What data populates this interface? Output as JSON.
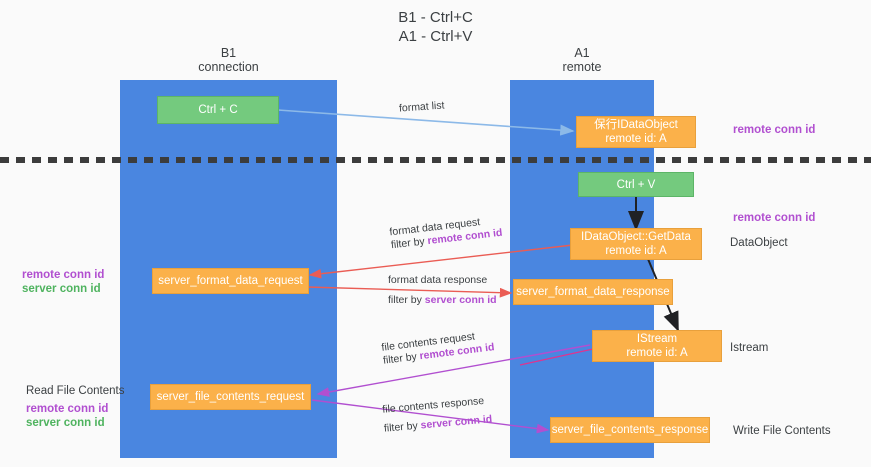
{
  "title": {
    "line1": "B1 - Ctrl+C",
    "line2": "A1 - Ctrl+V"
  },
  "lanes": [
    {
      "id": "b1",
      "header_line1": "B1",
      "header_line2": "connection",
      "color": "#4a86e0"
    },
    {
      "id": "a1",
      "header_line1": "A1",
      "header_line2": "remote",
      "color": "#4a86e0"
    }
  ],
  "colors": {
    "lane": "#4a86e0",
    "green_node": "#74ca7e",
    "orange_node": "#fbb14a",
    "purple_text": "#b14fd0",
    "green_text": "#4fb35f",
    "blue_arrow": "#8cb9e8",
    "red_arrow": "#ea5c54",
    "violet_arrow": "#b14fd0",
    "magenta_arrow": "#e0338f",
    "black_arrow": "#202124",
    "divider": "#3c3c3c",
    "background": "#fafafa"
  },
  "nodes": {
    "ctrl_c": {
      "label": "Ctrl + C",
      "style": "green"
    },
    "idataobject": {
      "line1": "保行IDataObject",
      "line2": "remote id: A",
      "style": "orange"
    },
    "ctrl_v": {
      "label": "Ctrl + V",
      "style": "green"
    },
    "getdata": {
      "line1": "IDataObject::GetData",
      "line2": "remote id: A",
      "style": "orange"
    },
    "format_data_request": {
      "label": "server_format_data_request",
      "style": "orange"
    },
    "format_data_response": {
      "label": "server_format_data_response",
      "style": "orange"
    },
    "istream": {
      "line1": "IStream",
      "line2": "remote id: A",
      "style": "orange"
    },
    "file_contents_request": {
      "label": "server_file_contents_request",
      "style": "orange"
    },
    "file_contents_response": {
      "label": "server_file_contents_response",
      "style": "orange"
    }
  },
  "arrow_labels": {
    "format_list": {
      "text": "format list"
    },
    "format_data_request": {
      "line1": "format data request",
      "prefix2": "filter by ",
      "key2": "remote conn id"
    },
    "format_data_response": {
      "line1": "format data response",
      "prefix2": "filter by ",
      "key2": "server conn id"
    },
    "file_contents_request": {
      "line1": "file contents request",
      "prefix2": "filter by ",
      "key2": "remote conn id"
    },
    "file_contents_response": {
      "line1": "file contents response",
      "prefix2": "filter by ",
      "key2": "server conn id"
    }
  },
  "side_labels": {
    "right_remote_conn_id_top": "remote conn id",
    "right_remote_conn_id_mid": "remote conn id",
    "right_dataobject": "DataObject",
    "right_istream": "Istream",
    "right_write_file_contents": "Write File Contents",
    "left_remote_conn_id_mid": "remote conn id",
    "left_server_conn_id_mid": "server conn id",
    "left_read_file_contents": "Read File Contents",
    "left_remote_conn_id_bottom": "remote conn id",
    "left_server_conn_id_bottom": "server conn id"
  }
}
